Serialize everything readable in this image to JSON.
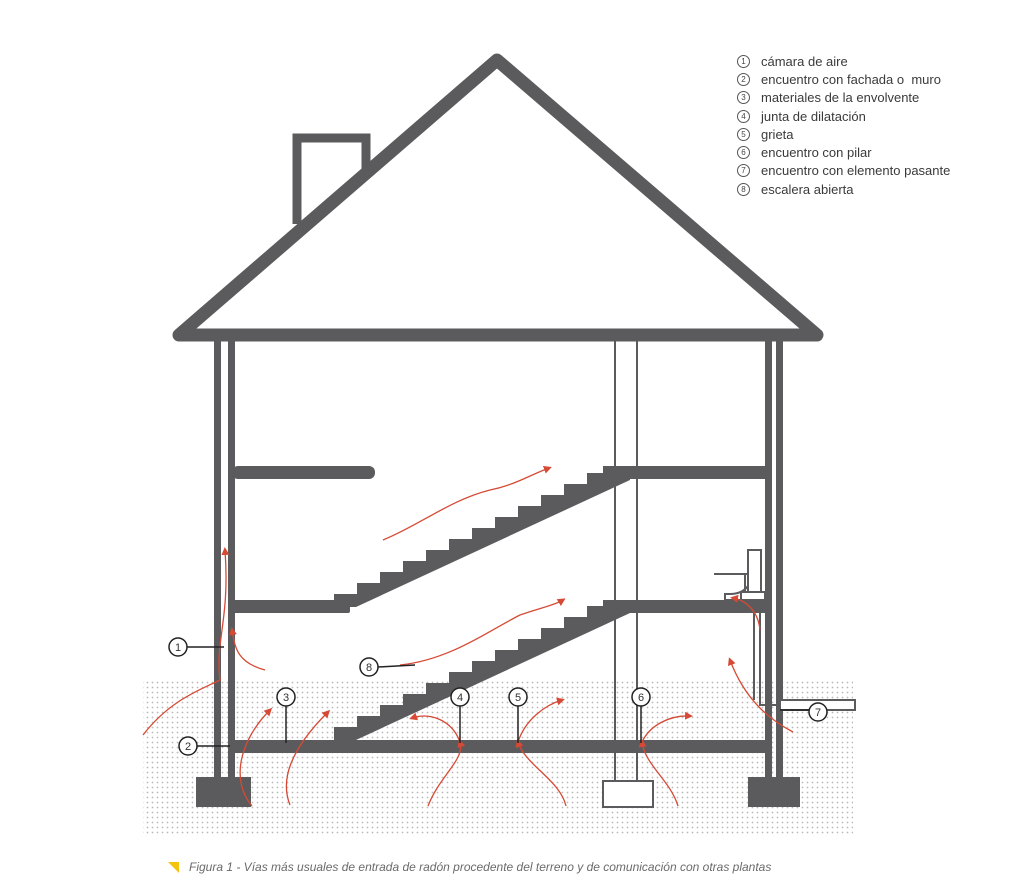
{
  "legend": [
    {
      "number": "1",
      "label": "cámara de aire"
    },
    {
      "number": "2",
      "label": "encuentro con fachada o  muro"
    },
    {
      "number": "3",
      "label": "materiales de la envolvente"
    },
    {
      "number": "4",
      "label": "junta de dilatación"
    },
    {
      "number": "5",
      "label": "grieta"
    },
    {
      "number": "6",
      "label": "encuentro con pilar"
    },
    {
      "number": "7",
      "label": "encuentro con elemento pasante"
    },
    {
      "number": "8",
      "label": "escalera abierta"
    }
  ],
  "callouts": [
    "1",
    "2",
    "3",
    "4",
    "5",
    "6",
    "7",
    "8"
  ],
  "caption": "Figura 1 - Vías más usuales de entrada de radón procedente del terreno y de comunicación con otras plantas",
  "colors": {
    "structure": "#5b5b5d",
    "arrow": "#d64a35",
    "soil_dot": "#b9b9b9",
    "caption_mark": "#f3c40f"
  }
}
